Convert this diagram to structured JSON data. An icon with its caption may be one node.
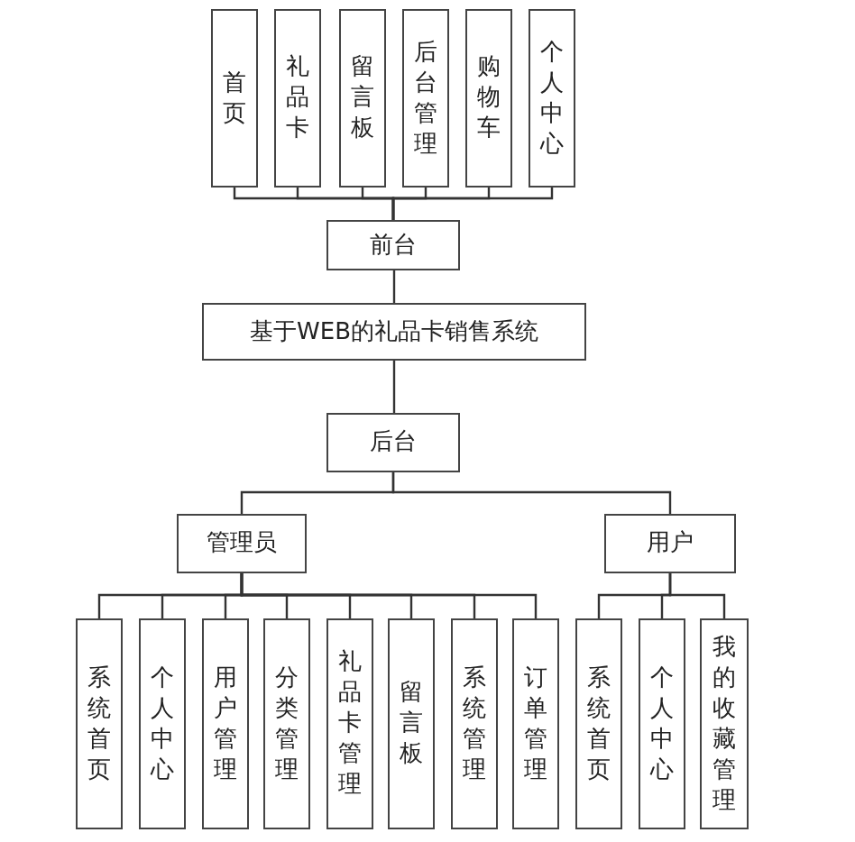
{
  "diagram": {
    "nodes": [
      {
        "text": [
          "首页"
        ]
      },
      {
        "text": [
          "礼品卡"
        ]
      },
      {
        "text": [
          "留言板"
        ]
      },
      {
        "text": [
          "后台管理"
        ]
      },
      {
        "text": [
          "购物车"
        ]
      },
      {
        "text": [
          "个人中心"
        ]
      },
      {
        "text": [
          "前台"
        ]
      },
      {
        "text": [
          "基于WEB的礼品卡销售系统"
        ]
      },
      {
        "text": [
          "后台"
        ]
      },
      {
        "text": [
          "管理员"
        ]
      },
      {
        "text": [
          "用户"
        ]
      },
      {
        "text": [
          "系统首页"
        ]
      },
      {
        "text": [
          "个人中心"
        ]
      },
      {
        "text": [
          "用户管理"
        ]
      },
      {
        "text": [
          "分类管理"
        ]
      },
      {
        "text": [
          "礼品卡管理"
        ]
      },
      {
        "text": [
          "留言板"
        ]
      },
      {
        "text": [
          "系统管理"
        ]
      },
      {
        "text": [
          "订单管理"
        ]
      },
      {
        "text": [
          "系统首页"
        ]
      },
      {
        "text": [
          "个人中心"
        ]
      },
      {
        "text": [
          "我的收藏管理"
        ]
      }
    ],
    "edges": [
      {
        "from": 7,
        "to": 6,
        "arrow": "none"
      },
      {
        "from": 6,
        "to": 0,
        "arrow": "none"
      },
      {
        "from": 6,
        "to": 1,
        "arrow": "none"
      },
      {
        "from": 6,
        "to": 2,
        "arrow": "none"
      },
      {
        "from": 6,
        "to": 3,
        "arrow": "none"
      },
      {
        "from": 6,
        "to": 4,
        "arrow": "none"
      },
      {
        "from": 6,
        "to": 5,
        "arrow": "none"
      },
      {
        "from": 7,
        "to": 8,
        "arrow": "none"
      },
      {
        "from": 8,
        "to": 9,
        "arrow": "none"
      },
      {
        "from": 8,
        "to": 10,
        "arrow": "none"
      },
      {
        "from": 9,
        "to": 11,
        "arrow": "none"
      },
      {
        "from": 9,
        "to": 12,
        "arrow": "none"
      },
      {
        "from": 9,
        "to": 13,
        "arrow": "none"
      },
      {
        "from": 9,
        "to": 14,
        "arrow": "none"
      },
      {
        "from": 9,
        "to": 15,
        "arrow": "none"
      },
      {
        "from": 9,
        "to": 16,
        "arrow": "none"
      },
      {
        "from": 9,
        "to": 17,
        "arrow": "none"
      },
      {
        "from": 9,
        "to": 18,
        "arrow": "none"
      },
      {
        "from": 10,
        "to": 19,
        "arrow": "none"
      },
      {
        "from": 10,
        "to": 20,
        "arrow": "none"
      },
      {
        "from": 10,
        "to": 21,
        "arrow": "none"
      }
    ]
  }
}
